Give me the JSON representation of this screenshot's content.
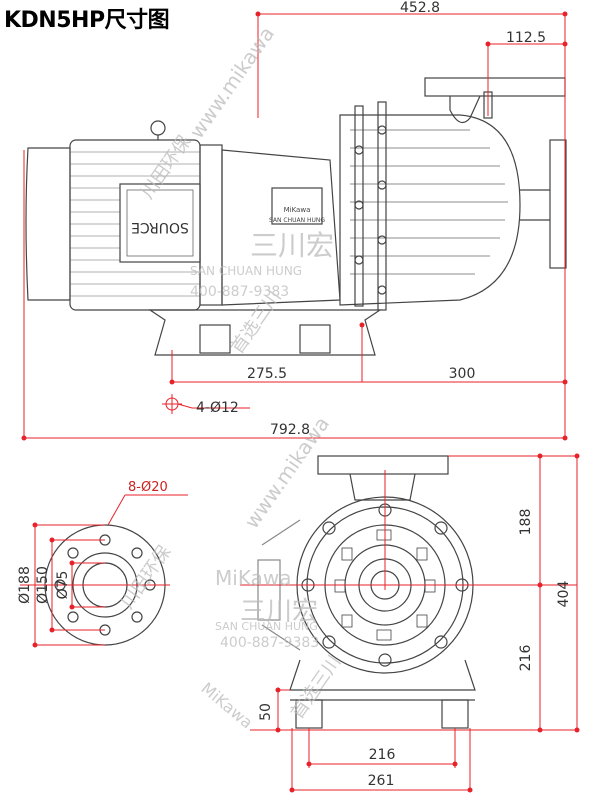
{
  "title": "KDN5HP尺寸图",
  "colors": {
    "dimension_line": "#e8222a",
    "outline": "#444444",
    "watermark": "#bbbbbb"
  },
  "side_view": {
    "dimensions": {
      "total_length": "792.8",
      "outlet_to_end": "452.8",
      "outlet_offset": "112.5",
      "base_span_left": "275.5",
      "base_span_right": "300",
      "mount_holes": "4-Ø12"
    },
    "nameplate": {
      "brand_en": "MiKawa",
      "brand_zh": "三川宏",
      "brand_en2": "SAN CHUAN HUNG",
      "label": "SOURCE"
    }
  },
  "front_view": {
    "dimensions": {
      "total_height": "404",
      "upper_height": "188",
      "lower_height": "216",
      "foot_height": "50",
      "foot_span_inner": "216",
      "foot_span_outer": "261"
    }
  },
  "flange_view": {
    "dimensions": {
      "bolt_holes": "8-Ø20",
      "outer_diameter": "Ø188",
      "bolt_circle": "Ø150",
      "bore": "Ø75"
    }
  },
  "watermark": {
    "url_text": "www.mikawa",
    "brand_zh": "三川宏",
    "brand_en": "SAN CHUAN HUNG",
    "phone": "400-887-9383",
    "slogan_zh": "川田环保",
    "slogan_zh2": "首选三川",
    "logo_text": "MiKawa"
  }
}
